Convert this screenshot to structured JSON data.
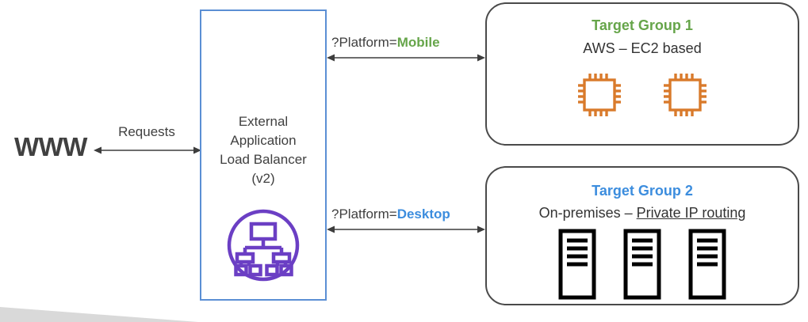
{
  "diagram": {
    "title": "AWS External Application Load Balancer routing diagram",
    "client": {
      "label": "WWW",
      "icon": "www-text"
    },
    "connections": [
      {
        "name": "requests",
        "label": "Requests",
        "key": "",
        "value": "",
        "style": "double-arrow"
      },
      {
        "name": "mobile-route",
        "key": "?Platform=",
        "value": "Mobile",
        "color": "#66A54A",
        "style": "double-arrow"
      },
      {
        "name": "desktop-route",
        "key": "?Platform=",
        "value": "Desktop",
        "color": "#3C8DDE",
        "style": "double-arrow"
      }
    ],
    "load_balancer": {
      "line1": "External",
      "line2": "Application",
      "line3": "Load Balancer",
      "line4": "(v2)",
      "border_color": "#5B8FD4",
      "icon": "load-balancer-icon",
      "icon_color": "#6B3FC4"
    },
    "target_groups": [
      {
        "name": "target-group-1",
        "heading": "Target Group 1",
        "heading_color": "#66A54A",
        "subtitle_plain": "AWS – EC2 based",
        "subtitle_underlined": "",
        "icon": "cpu-chip-icon",
        "icon_color": "#D97A2B",
        "icon_count": 2
      },
      {
        "name": "target-group-2",
        "heading": "Target Group 2",
        "heading_color": "#3C8DDE",
        "subtitle_plain": "On-premises – ",
        "subtitle_underlined": "Private IP routing",
        "icon": "server-tower-icon",
        "icon_color": "#000000",
        "icon_count": 3
      }
    ],
    "decoration": {
      "corner_wedge_color": "#D9D9D9"
    }
  }
}
